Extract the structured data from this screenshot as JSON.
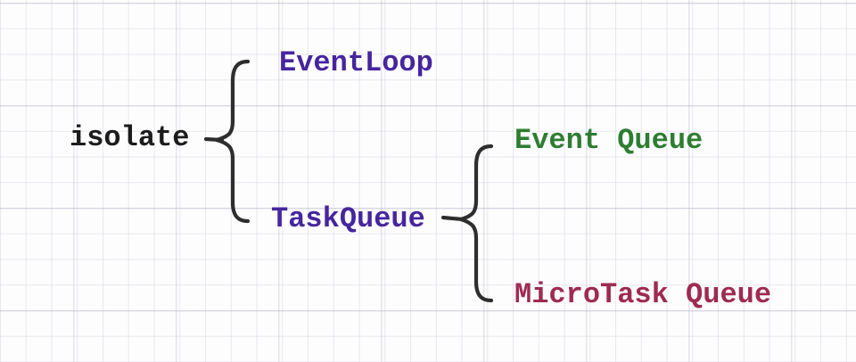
{
  "nodes": {
    "isolate": {
      "label": "isolate",
      "color": "#1c1c1c"
    },
    "event_loop": {
      "label": "EventLoop",
      "color": "#46269e"
    },
    "task_queue": {
      "label": "TaskQueue",
      "color": "#46269e"
    },
    "event_queue": {
      "label": "Event Queue",
      "color": "#2e7d32"
    },
    "microtask_queue": {
      "label": "MicroTask Queue",
      "color": "#9e2b51"
    }
  },
  "structure": {
    "isolate_children": [
      "EventLoop",
      "TaskQueue"
    ],
    "task_queue_children": [
      "Event Queue",
      "MicroTask Queue"
    ]
  },
  "colors": {
    "brace": "#2e2e2e",
    "background": "#fdfdfe",
    "grid_minor": "#e4e4ea",
    "grid_major": "#d9d9e2"
  }
}
